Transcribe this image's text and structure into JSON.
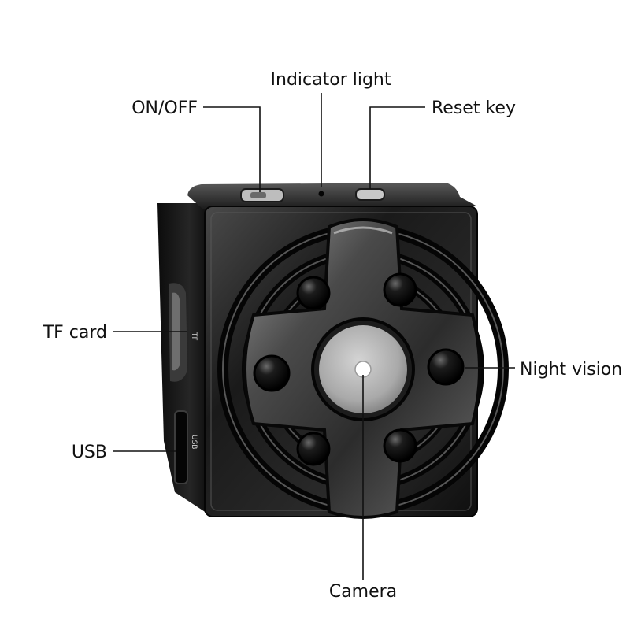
{
  "callouts": {
    "on_off": "ON/OFF",
    "indicator_light": "Indicator light",
    "reset_key": "Reset key",
    "tf_card": "TF card",
    "night_vision": "Night vision",
    "usb": "USB",
    "camera": "Camera"
  },
  "device_print": {
    "tf": "TF",
    "usb": "USB"
  },
  "colors": {
    "body": "#141414",
    "lens_face": "#b9b9b9",
    "leader": "#111111"
  }
}
